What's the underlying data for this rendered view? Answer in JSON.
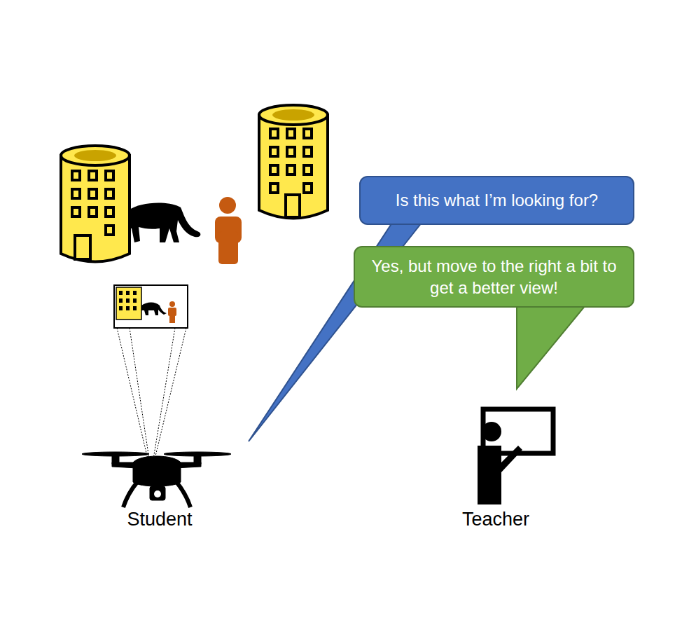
{
  "diagram": {
    "nodes": [
      {
        "text": [
          "Is this what I’m looking for?"
        ]
      },
      {
        "text": [
          "Yes, but move to the right a bit to get a better view!"
        ]
      }
    ],
    "labels": [
      "Student",
      "Teacher"
    ]
  }
}
